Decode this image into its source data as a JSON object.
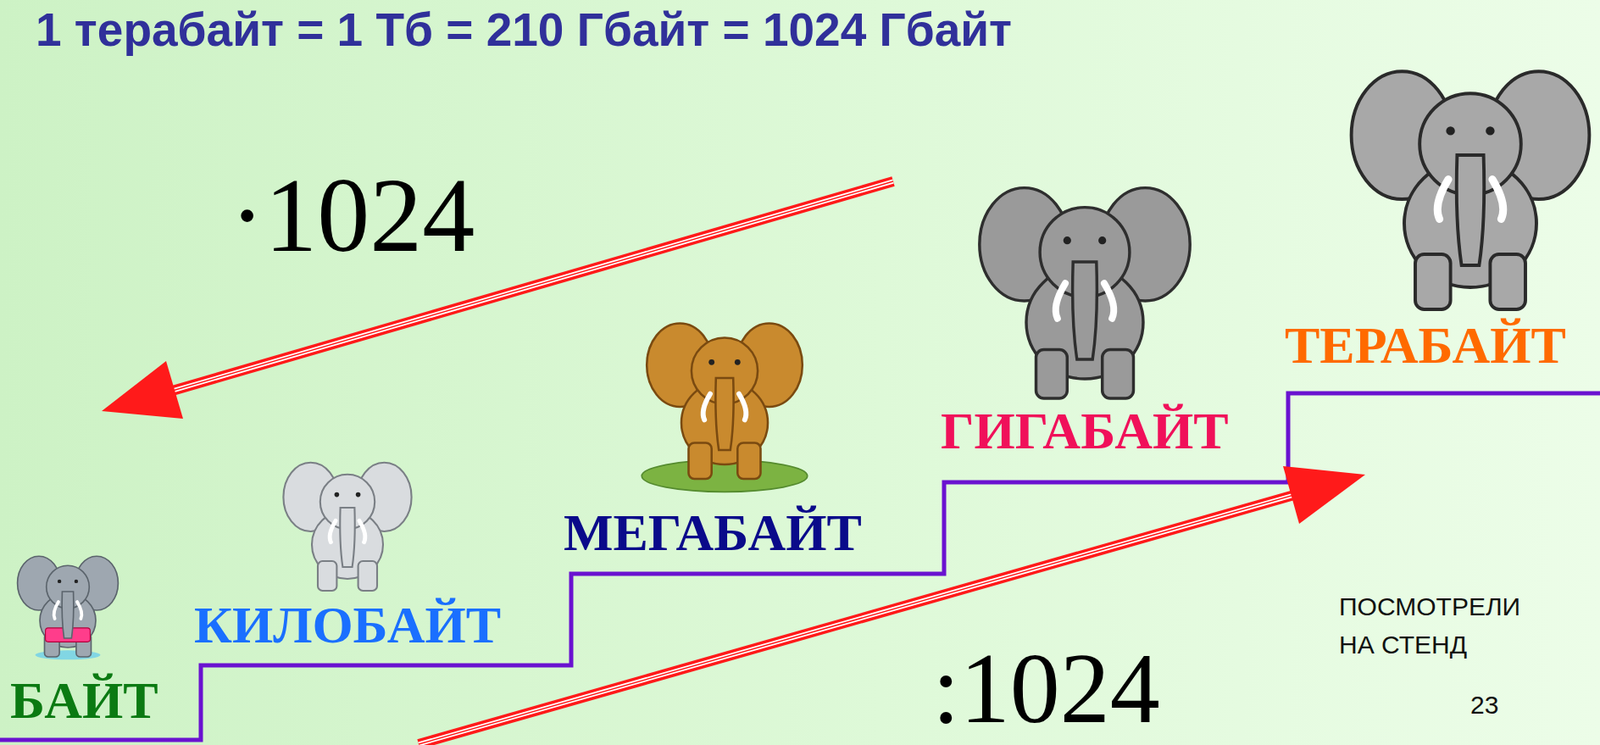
{
  "diagram": {
    "title": "1 терабайт = 1 Тб = 210 Гбайт = 1024 Гбайт",
    "labels": [
      "·1024",
      "ТЕРАБАЙТ",
      "ГИГАБАЙТ",
      "МЕГАБАЙТ",
      "КИЛОБАЙТ",
      "БАЙТ",
      ":1024",
      "ПОСМОТРЕЛИ НА СТЕНД",
      "23"
    ]
  }
}
